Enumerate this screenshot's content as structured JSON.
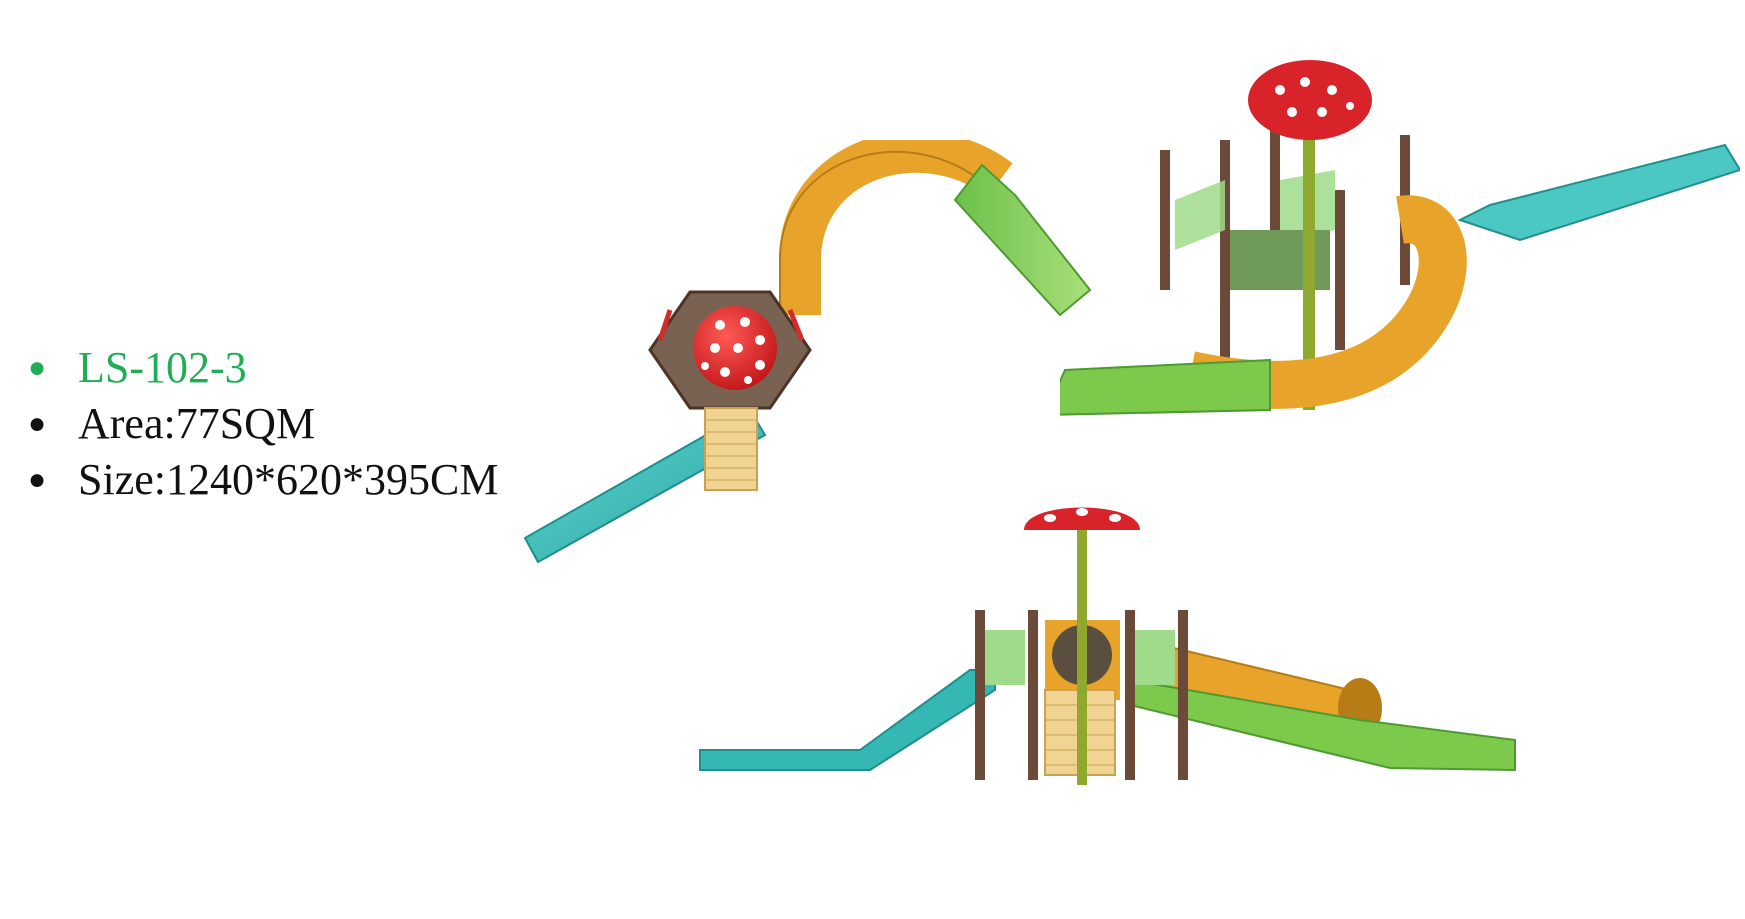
{
  "specs": {
    "model": "LS-102-3",
    "area": "Area:77SQM",
    "size": "Size:1240*620*395CM"
  },
  "colors": {
    "model_text": "#1fae55",
    "cap_red": "#e0252b",
    "tube_orange": "#e8a42a",
    "slide_green": "#7cc94c",
    "slide_teal": "#35b7b4",
    "post_brown": "#6b4a3a",
    "deck_green": "#8fd18a"
  },
  "images": [
    {
      "name": "top-view",
      "icon": "playground-top-view"
    },
    {
      "name": "perspective-view",
      "icon": "playground-perspective-view"
    },
    {
      "name": "front-view",
      "icon": "playground-front-view"
    }
  ]
}
